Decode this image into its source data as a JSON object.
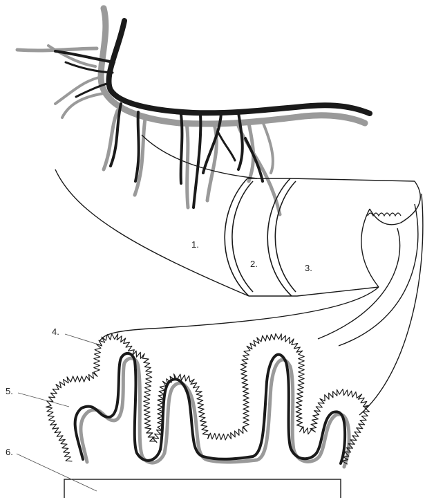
{
  "labels": {
    "l1": "1.",
    "l2": "2.",
    "l3": "3.",
    "l4": "4.",
    "l5": "5.",
    "l6": "6."
  },
  "colors": {
    "outline": "#1a1a1a",
    "vessel_dark": "#1a1a1a",
    "vessel_gray": "#9a9a9a",
    "background": "#ffffff"
  }
}
